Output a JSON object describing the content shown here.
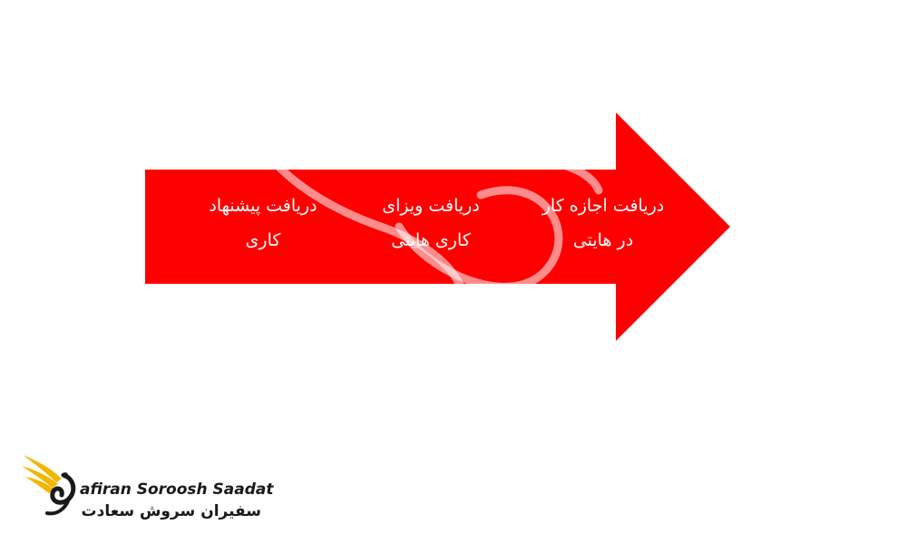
{
  "steps": [
    {
      "line1": "دریافت اجازه کار",
      "line2": "در هایتی"
    },
    {
      "line1": "دریافت ویزای",
      "line2": "کاری هایتی"
    },
    {
      "line1": "دریافت پیشنهاد",
      "line2": "کاری"
    }
  ],
  "logo": {
    "name_en": "afiran Soroosh Saadat",
    "name_fa": "سفیران سروش سعادت"
  },
  "colors": {
    "arrow": "#ff0000",
    "logo_gold": "#f2b600",
    "logo_dark": "#1a1a1a"
  }
}
